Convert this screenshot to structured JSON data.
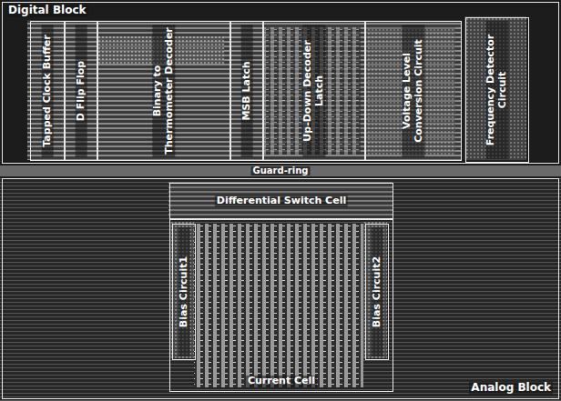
{
  "diagram": {
    "nodes": [
      {
        "text": [
          "Digital Block"
        ]
      },
      {
        "text": [
          "Tapped Clock Buffer"
        ],
        "in": 0
      },
      {
        "text": [
          "D Flip Flop"
        ],
        "in": 0
      },
      {
        "text": [
          "Binary to Thermometer Decoder"
        ],
        "in": 0
      },
      {
        "text": [
          "MSB Latch"
        ],
        "in": 0
      },
      {
        "text": [
          "Up-Down Decoder Latch"
        ],
        "in": 0
      },
      {
        "text": [
          "Voltage Level Conversion Circuit"
        ],
        "in": 0
      },
      {
        "text": [
          "Frequency Detector Circuit"
        ],
        "in": 0
      },
      {
        "text": [
          "Guard-ring"
        ]
      },
      {
        "text": [
          "Analog Block"
        ]
      },
      {
        "text": [
          "Differential Switch Cell"
        ],
        "in": 9
      },
      {
        "text": [
          "Current Cell"
        ],
        "in": 9
      },
      {
        "text": [
          "Bias Circuit1"
        ],
        "in": 11
      },
      {
        "text": [
          "Bias Circuit2"
        ],
        "in": 11
      }
    ]
  }
}
